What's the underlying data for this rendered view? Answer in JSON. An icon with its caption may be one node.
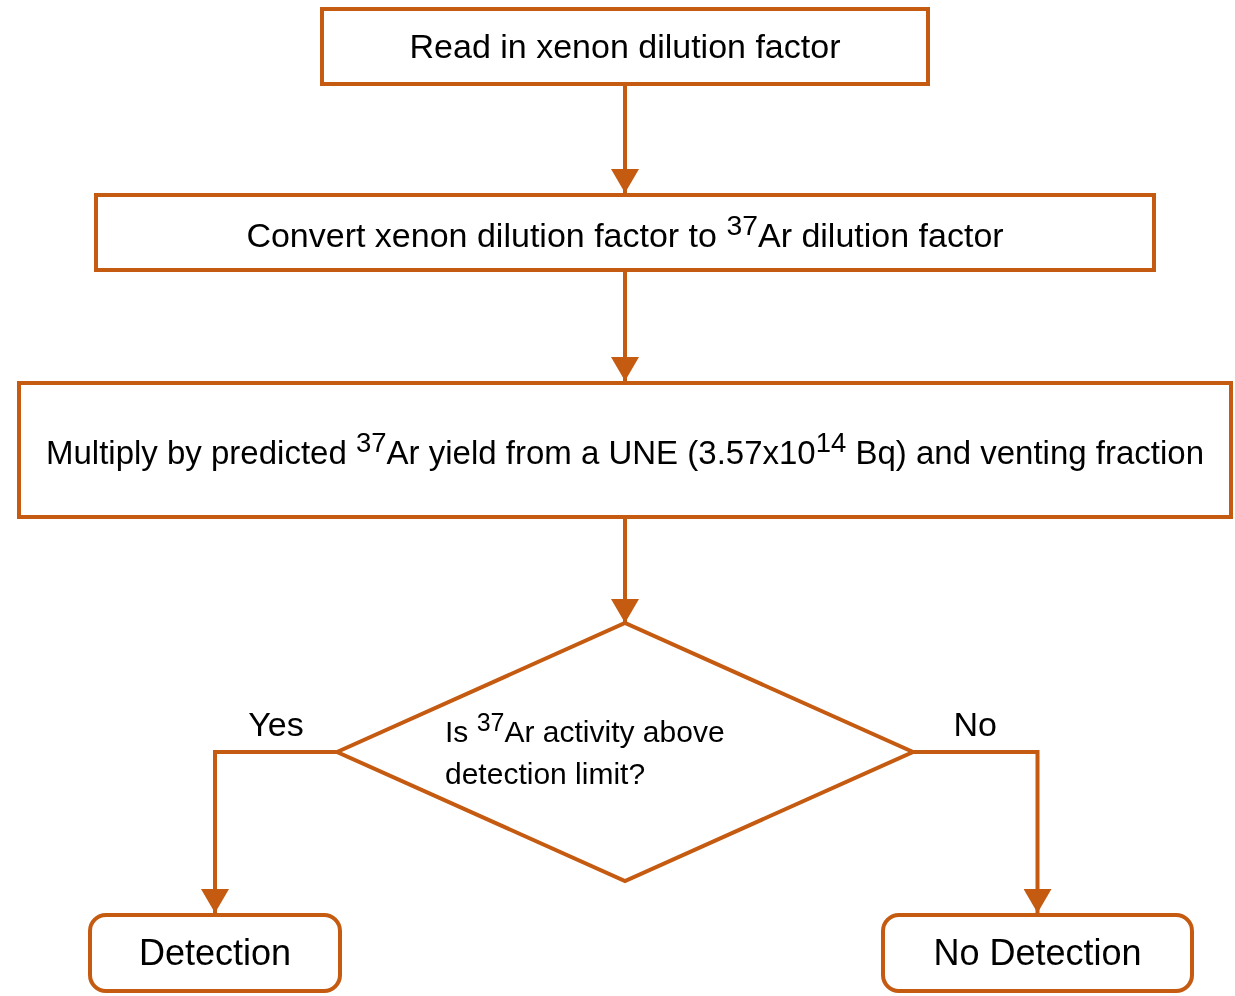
{
  "diagram": {
    "nodes": [
      {
        "text": [
          "Read in xenon dilution factor"
        ]
      },
      {
        "text": [
          "Convert xenon dilution factor to $^{37}$Ar dilution factor"
        ]
      },
      {
        "text": [
          "Multiply by predicted $^{37}$Ar yield from a UNE (3.57x10$^{14}$ Bq) and venting fraction"
        ]
      },
      {
        "text": [
          "Is $^{37}$Ar activity above detection limit?"
        ]
      },
      {
        "text": [
          "Detection"
        ]
      },
      {
        "text": [
          "No Detection"
        ]
      }
    ],
    "edges": [
      {
        "from": 0,
        "to": 1,
        "arrow": "to"
      },
      {
        "from": 1,
        "to": 2,
        "arrow": "to"
      },
      {
        "from": 2,
        "to": 3,
        "arrow": "to"
      },
      {
        "from": 3,
        "to": 4,
        "arrow": "to",
        "label": "Yes"
      },
      {
        "from": 3,
        "to": 5,
        "arrow": "to",
        "label": "No"
      }
    ]
  }
}
